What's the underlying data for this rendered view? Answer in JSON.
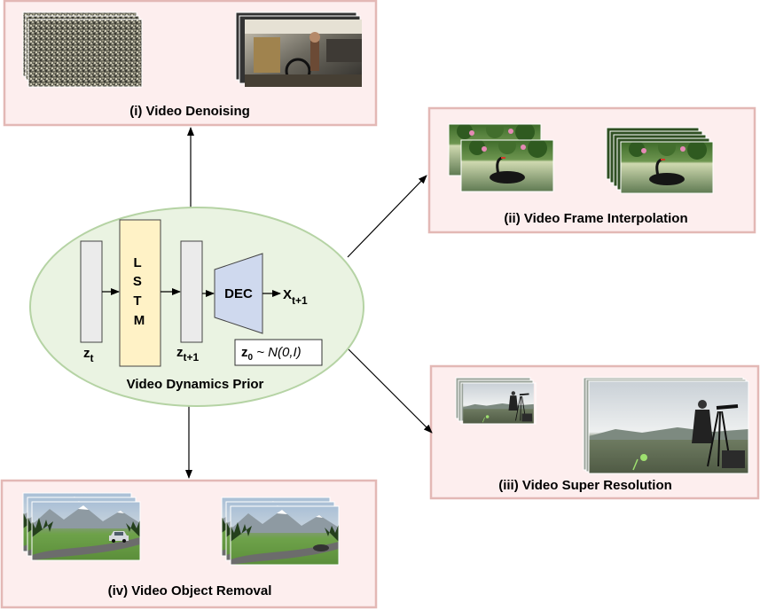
{
  "tasks": {
    "denoising": "(i) Video Denoising",
    "interpolation": "(ii) Video Frame Interpolation",
    "super_resolution": "(iii) Video Super Resolution",
    "object_removal": "(iv) Video Object Removal"
  },
  "model": {
    "caption": "Video Dynamics Prior",
    "lstm_letters": [
      "L",
      "S",
      "T",
      "M"
    ],
    "decoder": "DEC",
    "z_t": {
      "base": "z",
      "sub": "t"
    },
    "z_t1": {
      "base": "z",
      "sub": "t+1"
    },
    "output": {
      "base": "X",
      "sub": "t+1"
    },
    "prior": {
      "base": "z",
      "sub": "0",
      "rest": " ~ N(0,I)"
    }
  },
  "colors": {
    "task_box_fill": "#fdeeee",
    "task_box_border": "#e3b8b5",
    "ellipse_fill": "#eaf3e2",
    "ellipse_border": "#b5d3a4",
    "lstm_fill": "#fff2c6",
    "latent_fill": "#ebebeb",
    "decoder_fill": "#cfd9ee"
  }
}
